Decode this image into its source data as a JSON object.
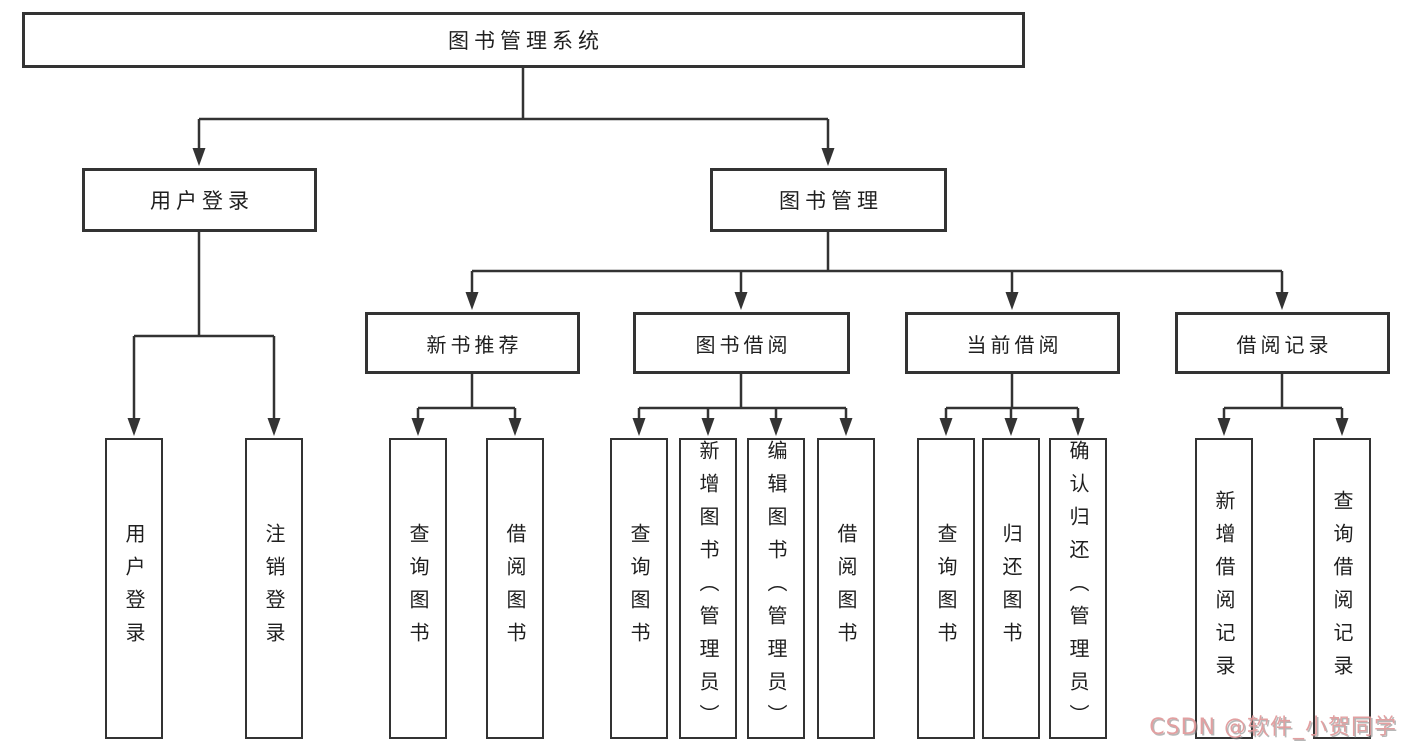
{
  "diagram": {
    "type": "hierarchy-tree",
    "nodes": {
      "root": "图书管理系统",
      "user_login": "用户登录",
      "book_mgmt": "图书管理",
      "new_book_rec": "新书推荐",
      "book_borrow": "图书借阅",
      "current_borrow": "当前借阅",
      "borrow_record": "借阅记录",
      "leaf_user_login": "用户登录",
      "leaf_logout": "注销登录",
      "leaf_query_book_1": "查询图书",
      "leaf_borrow_book_1": "借阅图书",
      "leaf_query_book_2": "查询图书",
      "leaf_add_book": "新增图书（管理员）",
      "leaf_edit_book": "编辑图书（管理员）",
      "leaf_borrow_book_2": "借阅图书",
      "leaf_query_book_3": "查询图书",
      "leaf_return_book": "归还图书",
      "leaf_confirm_return": "确认归还（管理员）",
      "leaf_add_record": "新增借阅记录",
      "leaf_query_record": "查询借阅记录"
    },
    "edges": [
      "root->user_login",
      "root->book_mgmt",
      "user_login->leaf_user_login",
      "user_login->leaf_logout",
      "book_mgmt->new_book_rec",
      "book_mgmt->book_borrow",
      "book_mgmt->current_borrow",
      "book_mgmt->borrow_record",
      "new_book_rec->leaf_query_book_1",
      "new_book_rec->leaf_borrow_book_1",
      "book_borrow->leaf_query_book_2",
      "book_borrow->leaf_add_book",
      "book_borrow->leaf_edit_book",
      "book_borrow->leaf_borrow_book_2",
      "current_borrow->leaf_query_book_3",
      "current_borrow->leaf_return_book",
      "current_borrow->leaf_confirm_return",
      "borrow_record->leaf_add_record",
      "borrow_record->leaf_query_record"
    ]
  },
  "watermark": {
    "text": "CSDN @软件_小贺同学",
    "color": "#e0989a"
  },
  "colors": {
    "background": "#ffffff",
    "box_border": "#333333",
    "connector_line": "#333333",
    "text": "#1f1f1f"
  }
}
